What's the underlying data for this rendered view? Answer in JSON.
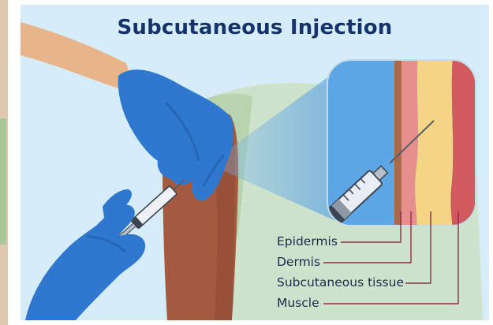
{
  "title": "Subcutaneous Injection",
  "labels": {
    "epidermis": "Epidermis",
    "dermis": "Dermis",
    "subcutaneous": "Subcutaneous tissue",
    "muscle": "Muscle"
  },
  "colors": {
    "background": "#d6ecf8",
    "title": "#16336b",
    "glove": "#2f78cf",
    "skin_arm": "#a35a3f",
    "nurse_skin": "#e8b48a",
    "sleeve": "#c9dfc0",
    "epidermis": "#a86a4a",
    "dermis": "#e5908c",
    "subcutaneous": "#f3d585",
    "muscle": "#d15a5f",
    "leader_line": "#8d2d47"
  }
}
